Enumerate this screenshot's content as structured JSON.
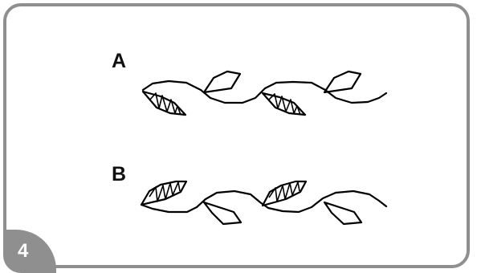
{
  "figure": {
    "badge_number": "4",
    "label_a": "A",
    "label_b": "B",
    "card_border_color": "#8f8f8f",
    "badge_color": "#8f8f8f"
  }
}
